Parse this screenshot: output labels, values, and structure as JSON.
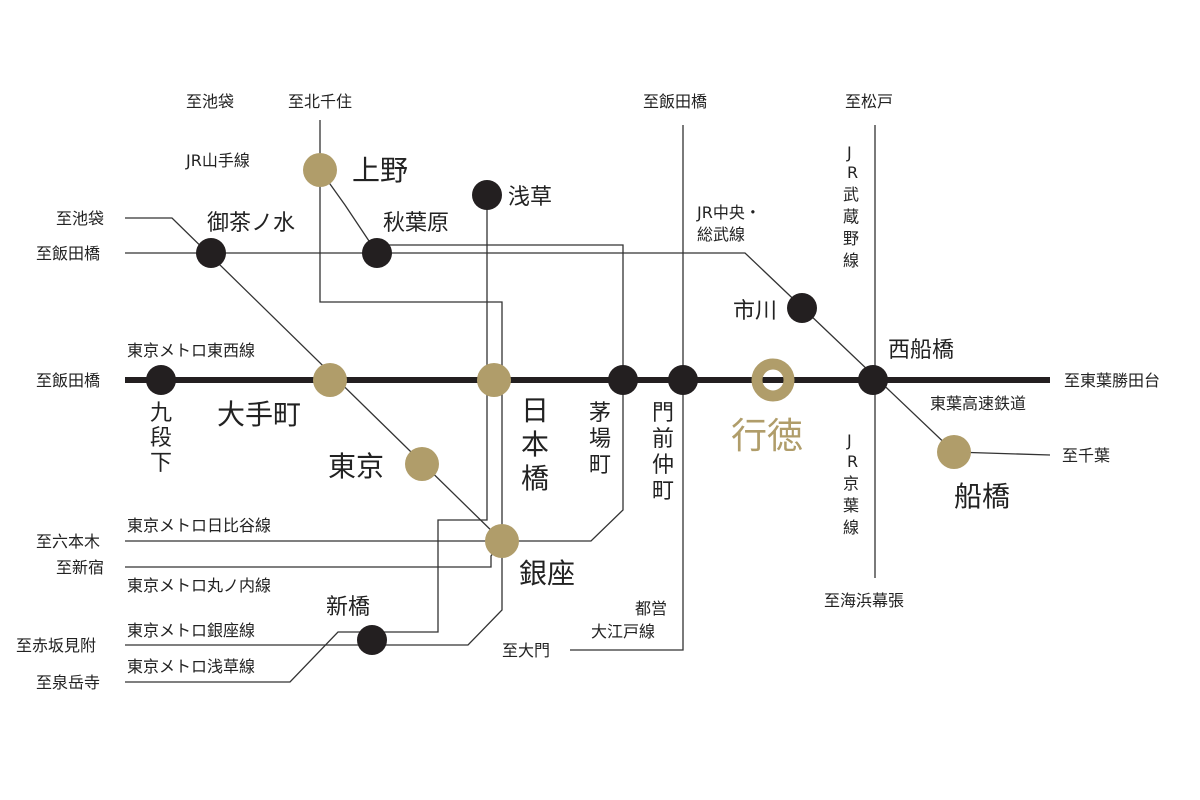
{
  "colors": {
    "accent": "#b09d6a",
    "station": "#231f20",
    "line": "#333333"
  },
  "lines": {
    "yamanote": "JR山手線",
    "chuo_sobu_1": "JR中央・",
    "chuo_sobu_2": "総武線",
    "musashino": [
      "J",
      "R",
      "武",
      "蔵",
      "野",
      "線"
    ],
    "keiyo": [
      "J",
      "R",
      "京",
      "葉",
      "線"
    ],
    "tozai": "東京メトロ東西線",
    "hibiya": "東京メトロ日比谷線",
    "marunouchi": "東京メトロ丸ノ内線",
    "ginza": "東京メトロ銀座線",
    "asakusa": "東京メトロ浅草線",
    "oedo_1": "都営",
    "oedo_2": "大江戸線",
    "toyo": "東葉高速鉄道"
  },
  "directions": {
    "ikebukuro_top": "至池袋",
    "kitasenju": "至北千住",
    "iidabashi_top": "至飯田橋",
    "matsudo": "至松戸",
    "ikebukuro_left": "至池袋",
    "iidabashi_sobu": "至飯田橋",
    "iidabashi_tozai": "至飯田橋",
    "toyokatsutadai": "至東葉勝田台",
    "chiba": "至千葉",
    "roppongi": "至六本木",
    "shinjuku": "至新宿",
    "akasakamitsuke": "至赤坂見附",
    "sengakuji": "至泉岳寺",
    "daimon": "至大門",
    "kaihinmakuhari": "至海浜幕張"
  },
  "stations": {
    "ueno": "上野",
    "asakusa": "浅草",
    "ochanomizu": "御茶ノ水",
    "akihabara": "秋葉原",
    "ichikawa": "市川",
    "nishifunabashi": "西船橋",
    "kudanshita": [
      "九",
      "段",
      "下"
    ],
    "otemachi": "大手町",
    "tokyo": "東京",
    "nihonbashi": [
      "日",
      "本",
      "橋"
    ],
    "kayabacho": [
      "茅",
      "場",
      "町"
    ],
    "monzennakacho": [
      "門",
      "前",
      "仲",
      "町"
    ],
    "gyotoku": "行徳",
    "funabashi": "船橋",
    "ginza": "銀座",
    "shinbashi": "新橋"
  }
}
